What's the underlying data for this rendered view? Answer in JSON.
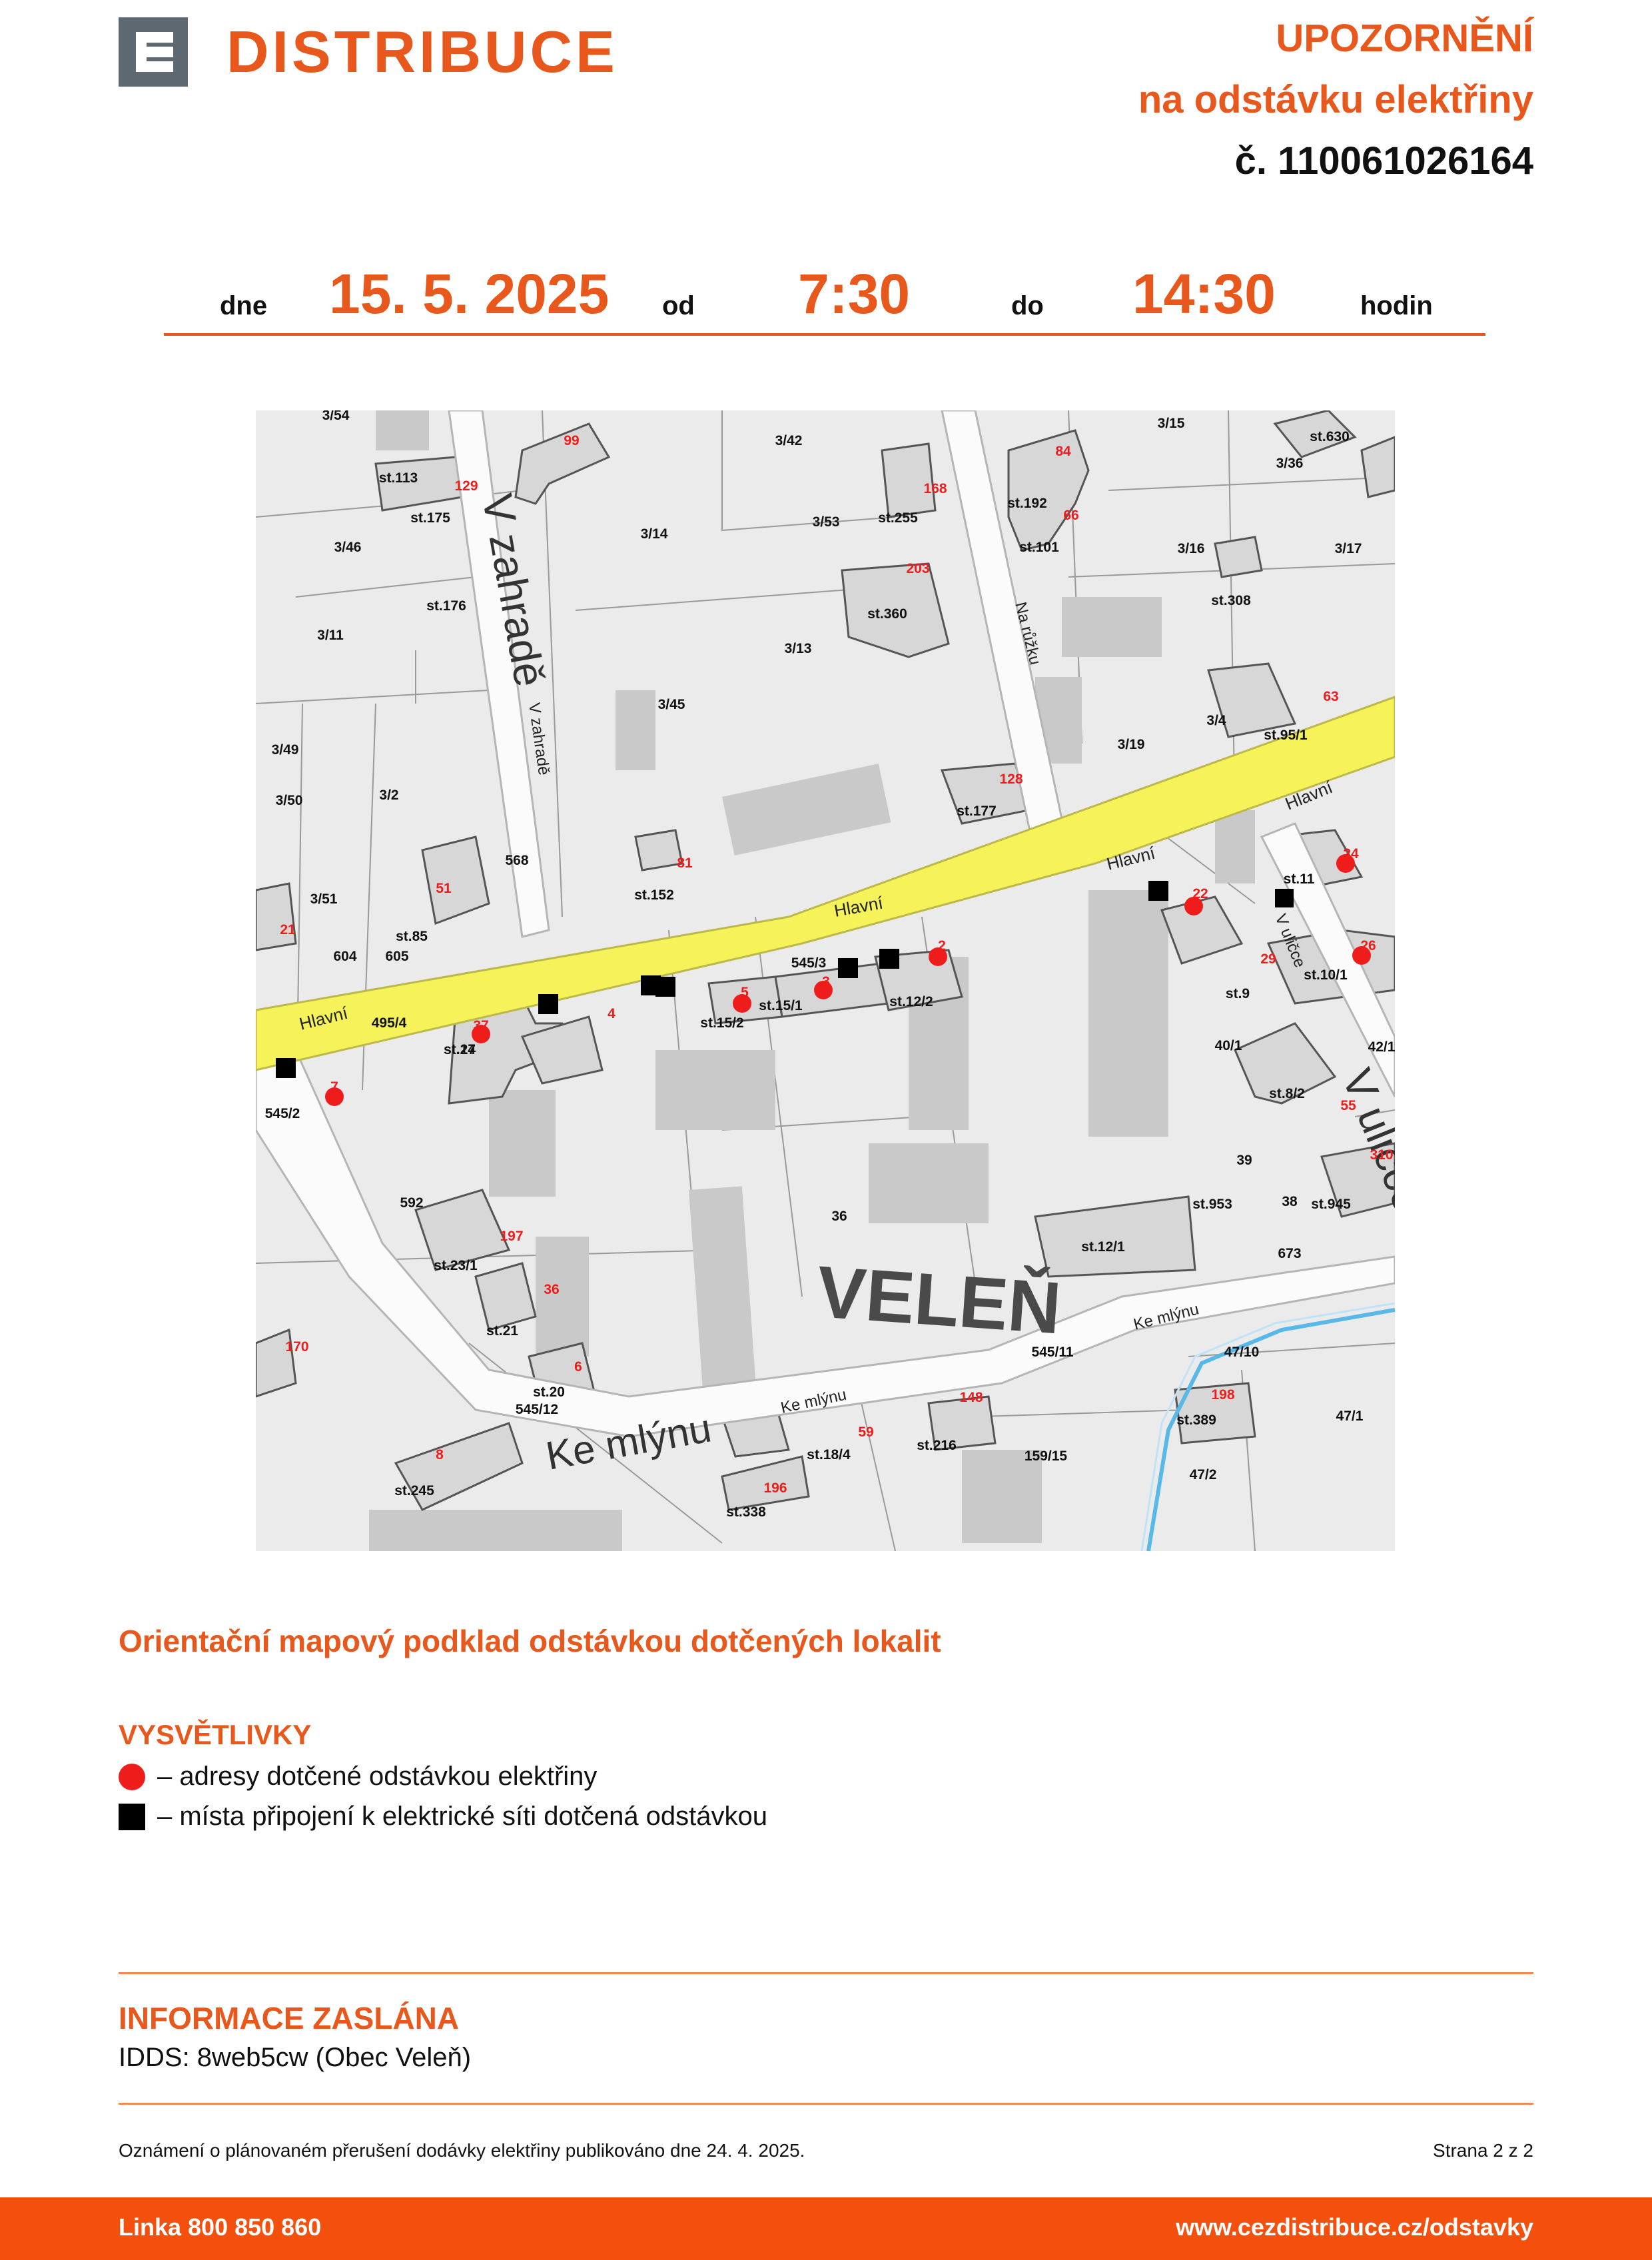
{
  "header": {
    "logo_text": "DISTRIBUCE",
    "notice_line1": "UPOZORNĚNÍ",
    "notice_line2": "na odstávku elektřiny",
    "notice_number": "č. 110061026164"
  },
  "outage": {
    "day_label": "dne",
    "date": "15. 5. 2025",
    "from_label": "od",
    "from_time": "7:30",
    "to_label": "do",
    "to_time": "14:30",
    "hours_label": "hodin"
  },
  "map": {
    "village": "VELEŇ",
    "streets": {
      "hlavni": "Hlavní",
      "v_zahrade": "V zahradě",
      "na_ruzku": "Na růžku",
      "ke_mlynu": "Ke mlýnu",
      "v_ulicce": "V uličce"
    },
    "parcels": [
      "3/54",
      "3/42",
      "3/15",
      "st.630",
      "3/36",
      "st.113",
      "st.175",
      "st.255",
      "st.192",
      "3/14",
      "3/53",
      "st.101",
      "3/16",
      "3/17",
      "3/46",
      "st.308",
      "st.176",
      "st.360",
      "3/11",
      "3/13",
      "3/45",
      "st.95/1",
      "3/49",
      "3/19",
      "3/4",
      "3/50",
      "3/2",
      "st.177",
      "st.11",
      "568",
      "st.152",
      "3/51",
      "st.85",
      "604",
      "605",
      "545/3",
      "st.10/1",
      "st.9",
      "495/4",
      "st.17",
      "st.15/2",
      "st.15/1",
      "st.12/2",
      "42/1",
      "st.24",
      "40/1",
      "545/2",
      "st.8/2",
      "39",
      "592",
      "36",
      "st.953",
      "38",
      "st.945",
      "st.23/1",
      "st.12/1",
      "673",
      "st.21",
      "545/11",
      "47/10",
      "st.20",
      "545/12",
      "st.389",
      "47/1",
      "st.18/4",
      "st.216",
      "159/15",
      "st.245",
      "47/2",
      "st.338"
    ],
    "addresses": [
      "99",
      "129",
      "168",
      "84",
      "66",
      "203",
      "63",
      "128",
      "81",
      "51",
      "24",
      "22",
      "21",
      "2",
      "29",
      "26",
      "5",
      "3",
      "37",
      "4",
      "7",
      "55",
      "310",
      "197",
      "36",
      "170",
      "6",
      "148",
      "198",
      "59",
      "196",
      "8"
    ]
  },
  "map_title": "Orientační mapový podklad odstávkou dotčených lokalit",
  "legend": {
    "title": "VYSVĚTLIVKY",
    "circle_label": "– adresy dotčené odstávkou elektřiny",
    "square_label": "– místa připojení k elektrické síti dotčená odstávkou"
  },
  "info": {
    "title": "INFORMACE ZASLÁNA",
    "line": "IDDS: 8web5cw (Obec Veleň)"
  },
  "footer": {
    "note": "Oznámení o plánovaném přerušení dodávky elektřiny publikováno dne 24. 4. 2025.",
    "page": "Strana 2 z 2",
    "hotline": "Linka 800 850 860",
    "website": "www.cezdistribuce.cz/odstavky"
  },
  "colors": {
    "brand_orange": "#e8581c",
    "bar_orange": "#f4500d",
    "logo_gray": "#5d6870",
    "road_yellow": "#f6f25a",
    "address_red": "#ef1c1c"
  }
}
